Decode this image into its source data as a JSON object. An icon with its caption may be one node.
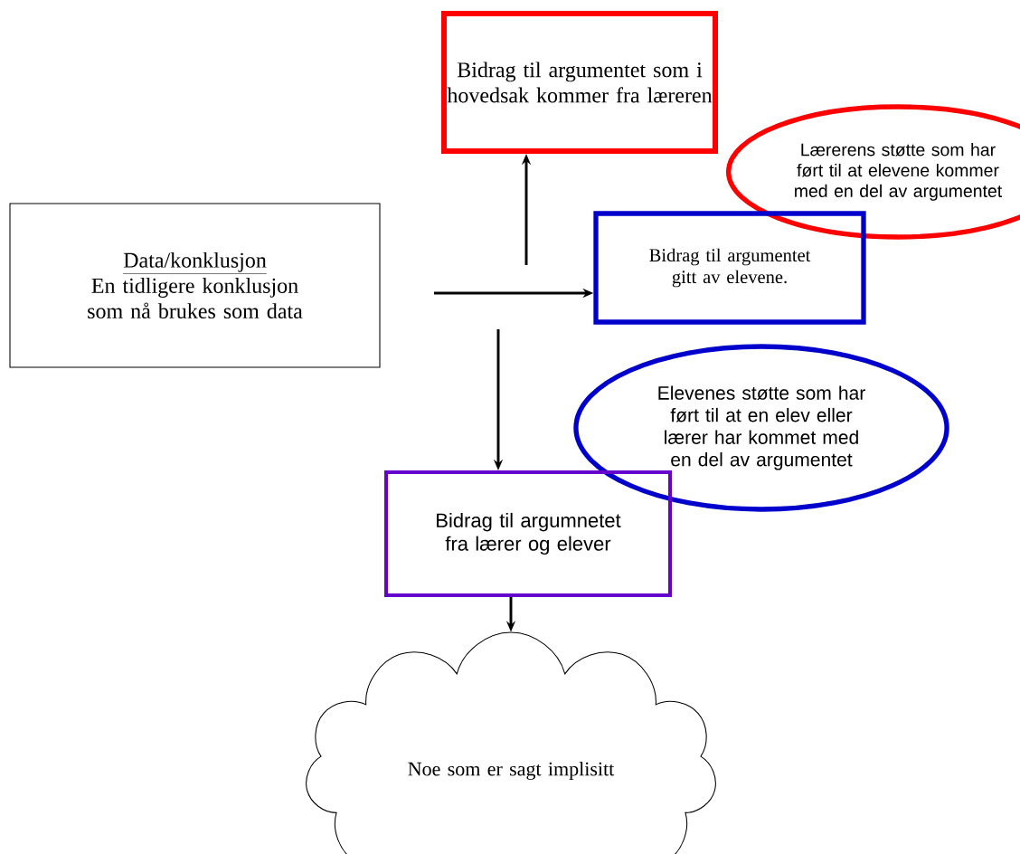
{
  "diagram": {
    "nodes": [
      {
        "text": [
          "Bidrag til argumentet som i hovedsak kommer fra læreren"
        ]
      },
      {
        "text": [
          "Lærerens støtte som har ført til at elevene kommer med en del av argumentet"
        ]
      },
      {
        "text": [
          "Data/konklusjon",
          "En tidligere konklusjon som nå brukes som data"
        ]
      },
      {
        "text": [
          "Bidrag til argumentet gitt av elevene."
        ]
      },
      {
        "text": [
          "Elevenes støtte som har ført til at en elev eller lærer har kommet med en del av argumentet"
        ]
      },
      {
        "text": [
          "Bidrag til argumnetet fra lærer og elever"
        ]
      },
      {
        "text": [
          "Noe som er sagt implisitt"
        ]
      }
    ],
    "edges": [
      {
        "from": null,
        "to": 3,
        "arrow": "to"
      },
      {
        "from": null,
        "to": 0,
        "arrow": "to"
      },
      {
        "from": null,
        "to": 5,
        "arrow": "to"
      },
      {
        "from": 5,
        "to": 6,
        "arrow": "to"
      }
    ]
  }
}
